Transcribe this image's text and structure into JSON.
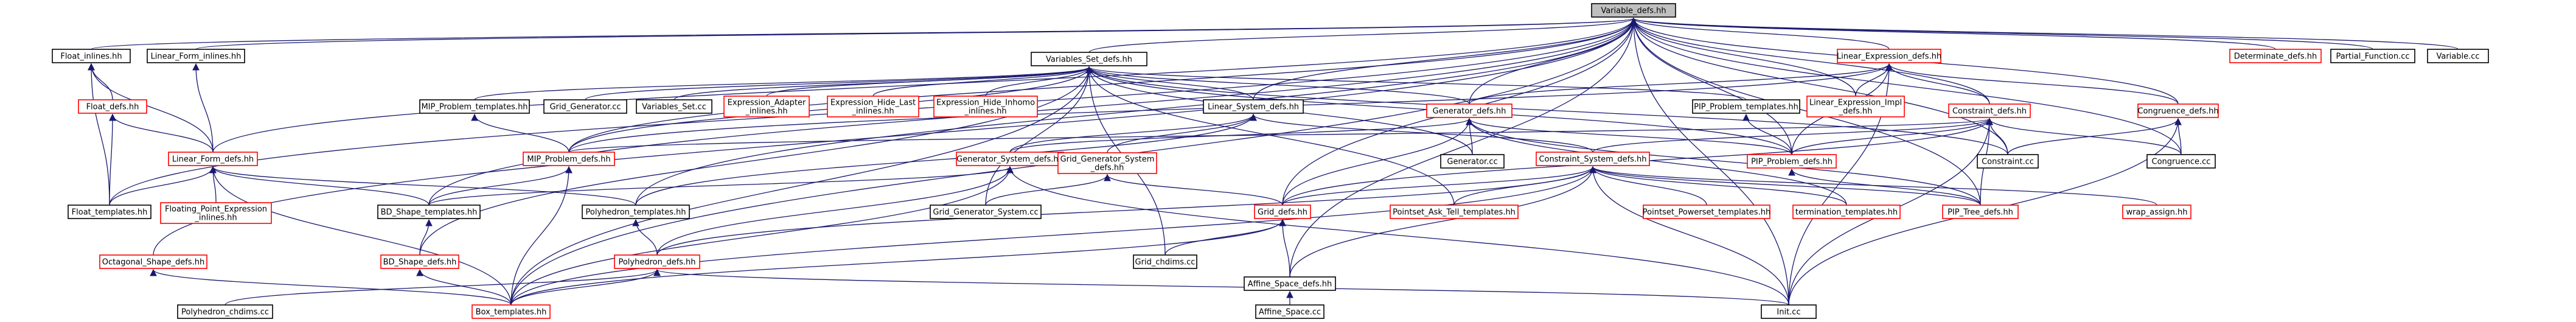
{
  "colors": {
    "edge": "#191970",
    "node_black": "#000000",
    "node_red": "#ff0000",
    "focus_fill": "#bfbfbf",
    "background": "#ffffff"
  },
  "nodes": [
    {
      "id": "variable_defs",
      "label": "Variable_defs.hh",
      "border": "black",
      "focus": true
    },
    {
      "id": "float_inlines",
      "label": "Float_inlines.hh",
      "border": "black"
    },
    {
      "id": "linear_form_inlines",
      "label": "Linear_Form_inlines.hh",
      "border": "black"
    },
    {
      "id": "variables_set_defs",
      "label": "Variables_Set_defs.hh",
      "border": "black"
    },
    {
      "id": "linear_expression_defs",
      "label": "Linear_Expression_defs.hh",
      "border": "red"
    },
    {
      "id": "determinate_defs",
      "label": "Determinate_defs.hh",
      "border": "red"
    },
    {
      "id": "partial_function",
      "label": "Partial_Function.cc",
      "border": "black"
    },
    {
      "id": "variable_cc",
      "label": "Variable.cc",
      "border": "black"
    },
    {
      "id": "float_defs",
      "label": "Float_defs.hh",
      "border": "red"
    },
    {
      "id": "mip_problem_templates",
      "label": "MIP_Problem_templates.hh",
      "border": "black"
    },
    {
      "id": "grid_generator_cc",
      "label": "Grid_Generator.cc",
      "border": "black"
    },
    {
      "id": "variables_set_cc",
      "label": "Variables_Set.cc",
      "border": "black"
    },
    {
      "id": "expression_adapter_inlines",
      "label": "Expression_Adapter\n_inlines.hh",
      "border": "red"
    },
    {
      "id": "expression_hide_last_inlines",
      "label": "Expression_Hide_Last\n_inlines.hh",
      "border": "red"
    },
    {
      "id": "expression_hide_inhomo_inlines",
      "label": "Expression_Hide_Inhomo\n_inlines.hh",
      "border": "red"
    },
    {
      "id": "linear_system_defs",
      "label": "Linear_System_defs.hh",
      "border": "black"
    },
    {
      "id": "generator_defs",
      "label": "Generator_defs.hh",
      "border": "red"
    },
    {
      "id": "pip_problem_templates",
      "label": "PIP_Problem_templates.hh",
      "border": "black"
    },
    {
      "id": "linear_expression_impl_defs",
      "label": "Linear_Expression_Impl\n_defs.hh",
      "border": "red"
    },
    {
      "id": "constraint_defs",
      "label": "Constraint_defs.hh",
      "border": "red"
    },
    {
      "id": "congruence_defs",
      "label": "Congruence_defs.hh",
      "border": "red"
    },
    {
      "id": "linear_form_defs",
      "label": "Linear_Form_defs.hh",
      "border": "red"
    },
    {
      "id": "mip_problem_defs",
      "label": "MIP_Problem_defs.hh",
      "border": "red"
    },
    {
      "id": "generator_system_defs",
      "label": "Generator_System_defs.hh",
      "border": "red"
    },
    {
      "id": "grid_generator_system_defs",
      "label": "Grid_Generator_System\n_defs.hh",
      "border": "red"
    },
    {
      "id": "generator_cc",
      "label": "Generator.cc",
      "border": "black"
    },
    {
      "id": "constraint_system_defs",
      "label": "Constraint_System_defs.hh",
      "border": "red"
    },
    {
      "id": "pip_problem_defs",
      "label": "PIP_Problem_defs.hh",
      "border": "red"
    },
    {
      "id": "constraint_cc",
      "label": "Constraint.cc",
      "border": "black"
    },
    {
      "id": "congruence_cc",
      "label": "Congruence.cc",
      "border": "black"
    },
    {
      "id": "float_templates",
      "label": "Float_templates.hh",
      "border": "black"
    },
    {
      "id": "floating_point_expression_inlines",
      "label": "Floating_Point_Expression\n_inlines.hh",
      "border": "red"
    },
    {
      "id": "bd_shape_templates",
      "label": "BD_Shape_templates.hh",
      "border": "black"
    },
    {
      "id": "polyhedron_templates",
      "label": "Polyhedron_templates.hh",
      "border": "black"
    },
    {
      "id": "grid_generator_system_cc",
      "label": "Grid_Generator_System.cc",
      "border": "black"
    },
    {
      "id": "pointset_ask_tell_templates",
      "label": "Pointset_Ask_Tell_templates.hh",
      "border": "red"
    },
    {
      "id": "pointset_powerset_templates",
      "label": "Pointset_Powerset_templates.hh",
      "border": "red"
    },
    {
      "id": "termination_templates",
      "label": "termination_templates.hh",
      "border": "red"
    },
    {
      "id": "pip_tree_defs",
      "label": "PIP_Tree_defs.hh",
      "border": "red"
    },
    {
      "id": "wrap_assign",
      "label": "wrap_assign.hh",
      "border": "red"
    },
    {
      "id": "grid_defs",
      "label": "Grid_defs.hh",
      "border": "red"
    },
    {
      "id": "octagonal_shape_defs",
      "label": "Octagonal_Shape_defs.hh",
      "border": "red"
    },
    {
      "id": "bd_shape_defs",
      "label": "BD_Shape_defs.hh",
      "border": "red"
    },
    {
      "id": "grid_chdims",
      "label": "Grid_chdims.cc",
      "border": "black"
    },
    {
      "id": "polyhedron_defs",
      "label": "Polyhedron_defs.hh",
      "border": "red"
    },
    {
      "id": "affine_space_defs",
      "label": "Affine_Space_defs.hh",
      "border": "black"
    },
    {
      "id": "polyhedron_chdims",
      "label": "Polyhedron_chdims.cc",
      "border": "black"
    },
    {
      "id": "box_templates",
      "label": "Box_templates.hh",
      "border": "red"
    },
    {
      "id": "affine_space_cc",
      "label": "Affine_Space.cc",
      "border": "black"
    },
    {
      "id": "init_cc",
      "label": "Init.cc",
      "border": "black"
    }
  ],
  "edges": [
    [
      "float_inlines",
      "variable_defs"
    ],
    [
      "linear_form_inlines",
      "variable_defs"
    ],
    [
      "variables_set_defs",
      "variable_defs"
    ],
    [
      "linear_expression_defs",
      "variable_defs"
    ],
    [
      "determinate_defs",
      "variable_defs"
    ],
    [
      "partial_function",
      "variable_defs"
    ],
    [
      "variable_cc",
      "variable_defs"
    ],
    [
      "linear_form_defs",
      "variable_defs"
    ],
    [
      "float_templates",
      "variable_defs"
    ],
    [
      "linear_system_defs",
      "variable_defs"
    ],
    [
      "generator_defs",
      "variable_defs"
    ],
    [
      "constraint_defs",
      "variable_defs"
    ],
    [
      "congruence_defs",
      "variable_defs"
    ],
    [
      "pip_problem_defs",
      "variable_defs"
    ],
    [
      "mip_problem_defs",
      "variable_defs"
    ],
    [
      "box_templates",
      "variable_defs"
    ],
    [
      "bd_shape_templates",
      "variable_defs"
    ],
    [
      "polyhedron_templates",
      "variable_defs"
    ],
    [
      "octagonal_shape_defs",
      "variable_defs"
    ],
    [
      "grid_defs",
      "variable_defs"
    ],
    [
      "init_cc",
      "variable_defs"
    ],
    [
      "constraint_cc",
      "variable_defs"
    ],
    [
      "congruence_cc",
      "variable_defs"
    ],
    [
      "pip_tree_defs",
      "variable_defs"
    ],
    [
      "affine_space_defs",
      "variable_defs"
    ],
    [
      "linear_expression_impl_defs",
      "variable_defs"
    ],
    [
      "float_defs",
      "float_inlines"
    ],
    [
      "linear_form_defs",
      "float_inlines"
    ],
    [
      "float_templates",
      "float_inlines"
    ],
    [
      "linear_form_defs",
      "linear_form_inlines"
    ],
    [
      "mip_problem_templates",
      "variables_set_defs"
    ],
    [
      "grid_generator_cc",
      "variables_set_defs"
    ],
    [
      "variables_set_cc",
      "variables_set_defs"
    ],
    [
      "expression_adapter_inlines",
      "variables_set_defs"
    ],
    [
      "expression_hide_last_inlines",
      "variables_set_defs"
    ],
    [
      "expression_hide_inhomo_inlines",
      "variables_set_defs"
    ],
    [
      "linear_system_defs",
      "variables_set_defs"
    ],
    [
      "generator_defs",
      "variables_set_defs"
    ],
    [
      "pip_problem_templates",
      "variables_set_defs"
    ],
    [
      "mip_problem_defs",
      "variables_set_defs"
    ],
    [
      "generator_cc",
      "variables_set_defs"
    ],
    [
      "pip_problem_defs",
      "variables_set_defs"
    ],
    [
      "grid_generator_system_cc",
      "variables_set_defs"
    ],
    [
      "pointset_ask_tell_templates",
      "variables_set_defs"
    ],
    [
      "grid_chdims",
      "variables_set_defs"
    ],
    [
      "bd_shape_defs",
      "variables_set_defs"
    ],
    [
      "box_templates",
      "variables_set_defs"
    ],
    [
      "constraint_cc",
      "variables_set_defs"
    ],
    [
      "generator_defs",
      "linear_expression_defs"
    ],
    [
      "linear_expression_impl_defs",
      "linear_expression_defs"
    ],
    [
      "constraint_defs",
      "linear_expression_defs"
    ],
    [
      "congruence_defs",
      "linear_expression_defs"
    ],
    [
      "mip_problem_defs",
      "linear_expression_defs"
    ],
    [
      "init_cc",
      "linear_expression_defs"
    ],
    [
      "pip_problem_defs",
      "linear_expression_defs"
    ],
    [
      "linear_form_defs",
      "float_defs"
    ],
    [
      "float_templates",
      "float_defs"
    ],
    [
      "mip_problem_defs",
      "mip_problem_templates"
    ],
    [
      "generator_system_defs",
      "linear_system_defs"
    ],
    [
      "grid_generator_system_defs",
      "linear_system_defs"
    ],
    [
      "constraint_system_defs",
      "linear_system_defs"
    ],
    [
      "polyhedron_templates",
      "linear_system_defs"
    ],
    [
      "generator_system_defs",
      "generator_defs"
    ],
    [
      "generator_cc",
      "generator_defs"
    ],
    [
      "grid_defs",
      "generator_defs"
    ],
    [
      "termination_templates",
      "generator_defs"
    ],
    [
      "pip_problem_defs",
      "generator_defs"
    ],
    [
      "pip_tree_defs",
      "generator_defs"
    ],
    [
      "pip_problem_defs",
      "pip_problem_templates"
    ],
    [
      "constraint_system_defs",
      "constraint_defs"
    ],
    [
      "constraint_cc",
      "constraint_defs"
    ],
    [
      "pip_problem_defs",
      "constraint_defs"
    ],
    [
      "pip_tree_defs",
      "constraint_defs"
    ],
    [
      "congruence_cc",
      "constraint_defs"
    ],
    [
      "init_cc",
      "constraint_defs"
    ],
    [
      "mip_problem_defs",
      "constraint_defs"
    ],
    [
      "grid_defs",
      "constraint_defs"
    ],
    [
      "congruence_cc",
      "congruence_defs"
    ],
    [
      "constraint_cc",
      "congruence_defs"
    ],
    [
      "init_cc",
      "congruence_defs"
    ],
    [
      "float_templates",
      "linear_form_defs"
    ],
    [
      "floating_point_expression_inlines",
      "linear_form_defs"
    ],
    [
      "bd_shape_templates",
      "linear_form_defs"
    ],
    [
      "polyhedron_templates",
      "linear_form_defs"
    ],
    [
      "box_templates",
      "linear_form_defs"
    ],
    [
      "bd_shape_templates",
      "mip_problem_defs"
    ],
    [
      "box_templates",
      "mip_problem_defs"
    ],
    [
      "polyhedron_defs",
      "generator_system_defs"
    ],
    [
      "box_templates",
      "generator_system_defs"
    ],
    [
      "init_cc",
      "generator_system_defs"
    ],
    [
      "bd_shape_templates",
      "generator_system_defs"
    ],
    [
      "grid_generator_system_cc",
      "grid_generator_system_defs"
    ],
    [
      "grid_defs",
      "grid_generator_system_defs"
    ],
    [
      "pointset_ask_tell_templates",
      "constraint_system_defs"
    ],
    [
      "pointset_powerset_templates",
      "constraint_system_defs"
    ],
    [
      "termination_templates",
      "constraint_system_defs"
    ],
    [
      "pip_tree_defs",
      "constraint_system_defs"
    ],
    [
      "wrap_assign",
      "constraint_system_defs"
    ],
    [
      "grid_defs",
      "constraint_system_defs"
    ],
    [
      "polyhedron_defs",
      "constraint_system_defs"
    ],
    [
      "affine_space_defs",
      "constraint_system_defs"
    ],
    [
      "init_cc",
      "constraint_system_defs"
    ],
    [
      "box_templates",
      "constraint_system_defs"
    ],
    [
      "pip_tree_defs",
      "pip_problem_defs"
    ],
    [
      "bd_shape_defs",
      "bd_shape_templates"
    ],
    [
      "polyhedron_defs",
      "polyhedron_templates"
    ],
    [
      "box_templates",
      "octagonal_shape_defs"
    ],
    [
      "box_templates",
      "bd_shape_defs"
    ],
    [
      "grid_chdims",
      "grid_defs"
    ],
    [
      "affine_space_defs",
      "grid_defs"
    ],
    [
      "box_templates",
      "grid_defs"
    ],
    [
      "polyhedron_chdims",
      "polyhedron_defs"
    ],
    [
      "box_templates",
      "polyhedron_defs"
    ],
    [
      "init_cc",
      "polyhedron_defs"
    ],
    [
      "affine_space_cc",
      "affine_space_defs"
    ]
  ]
}
